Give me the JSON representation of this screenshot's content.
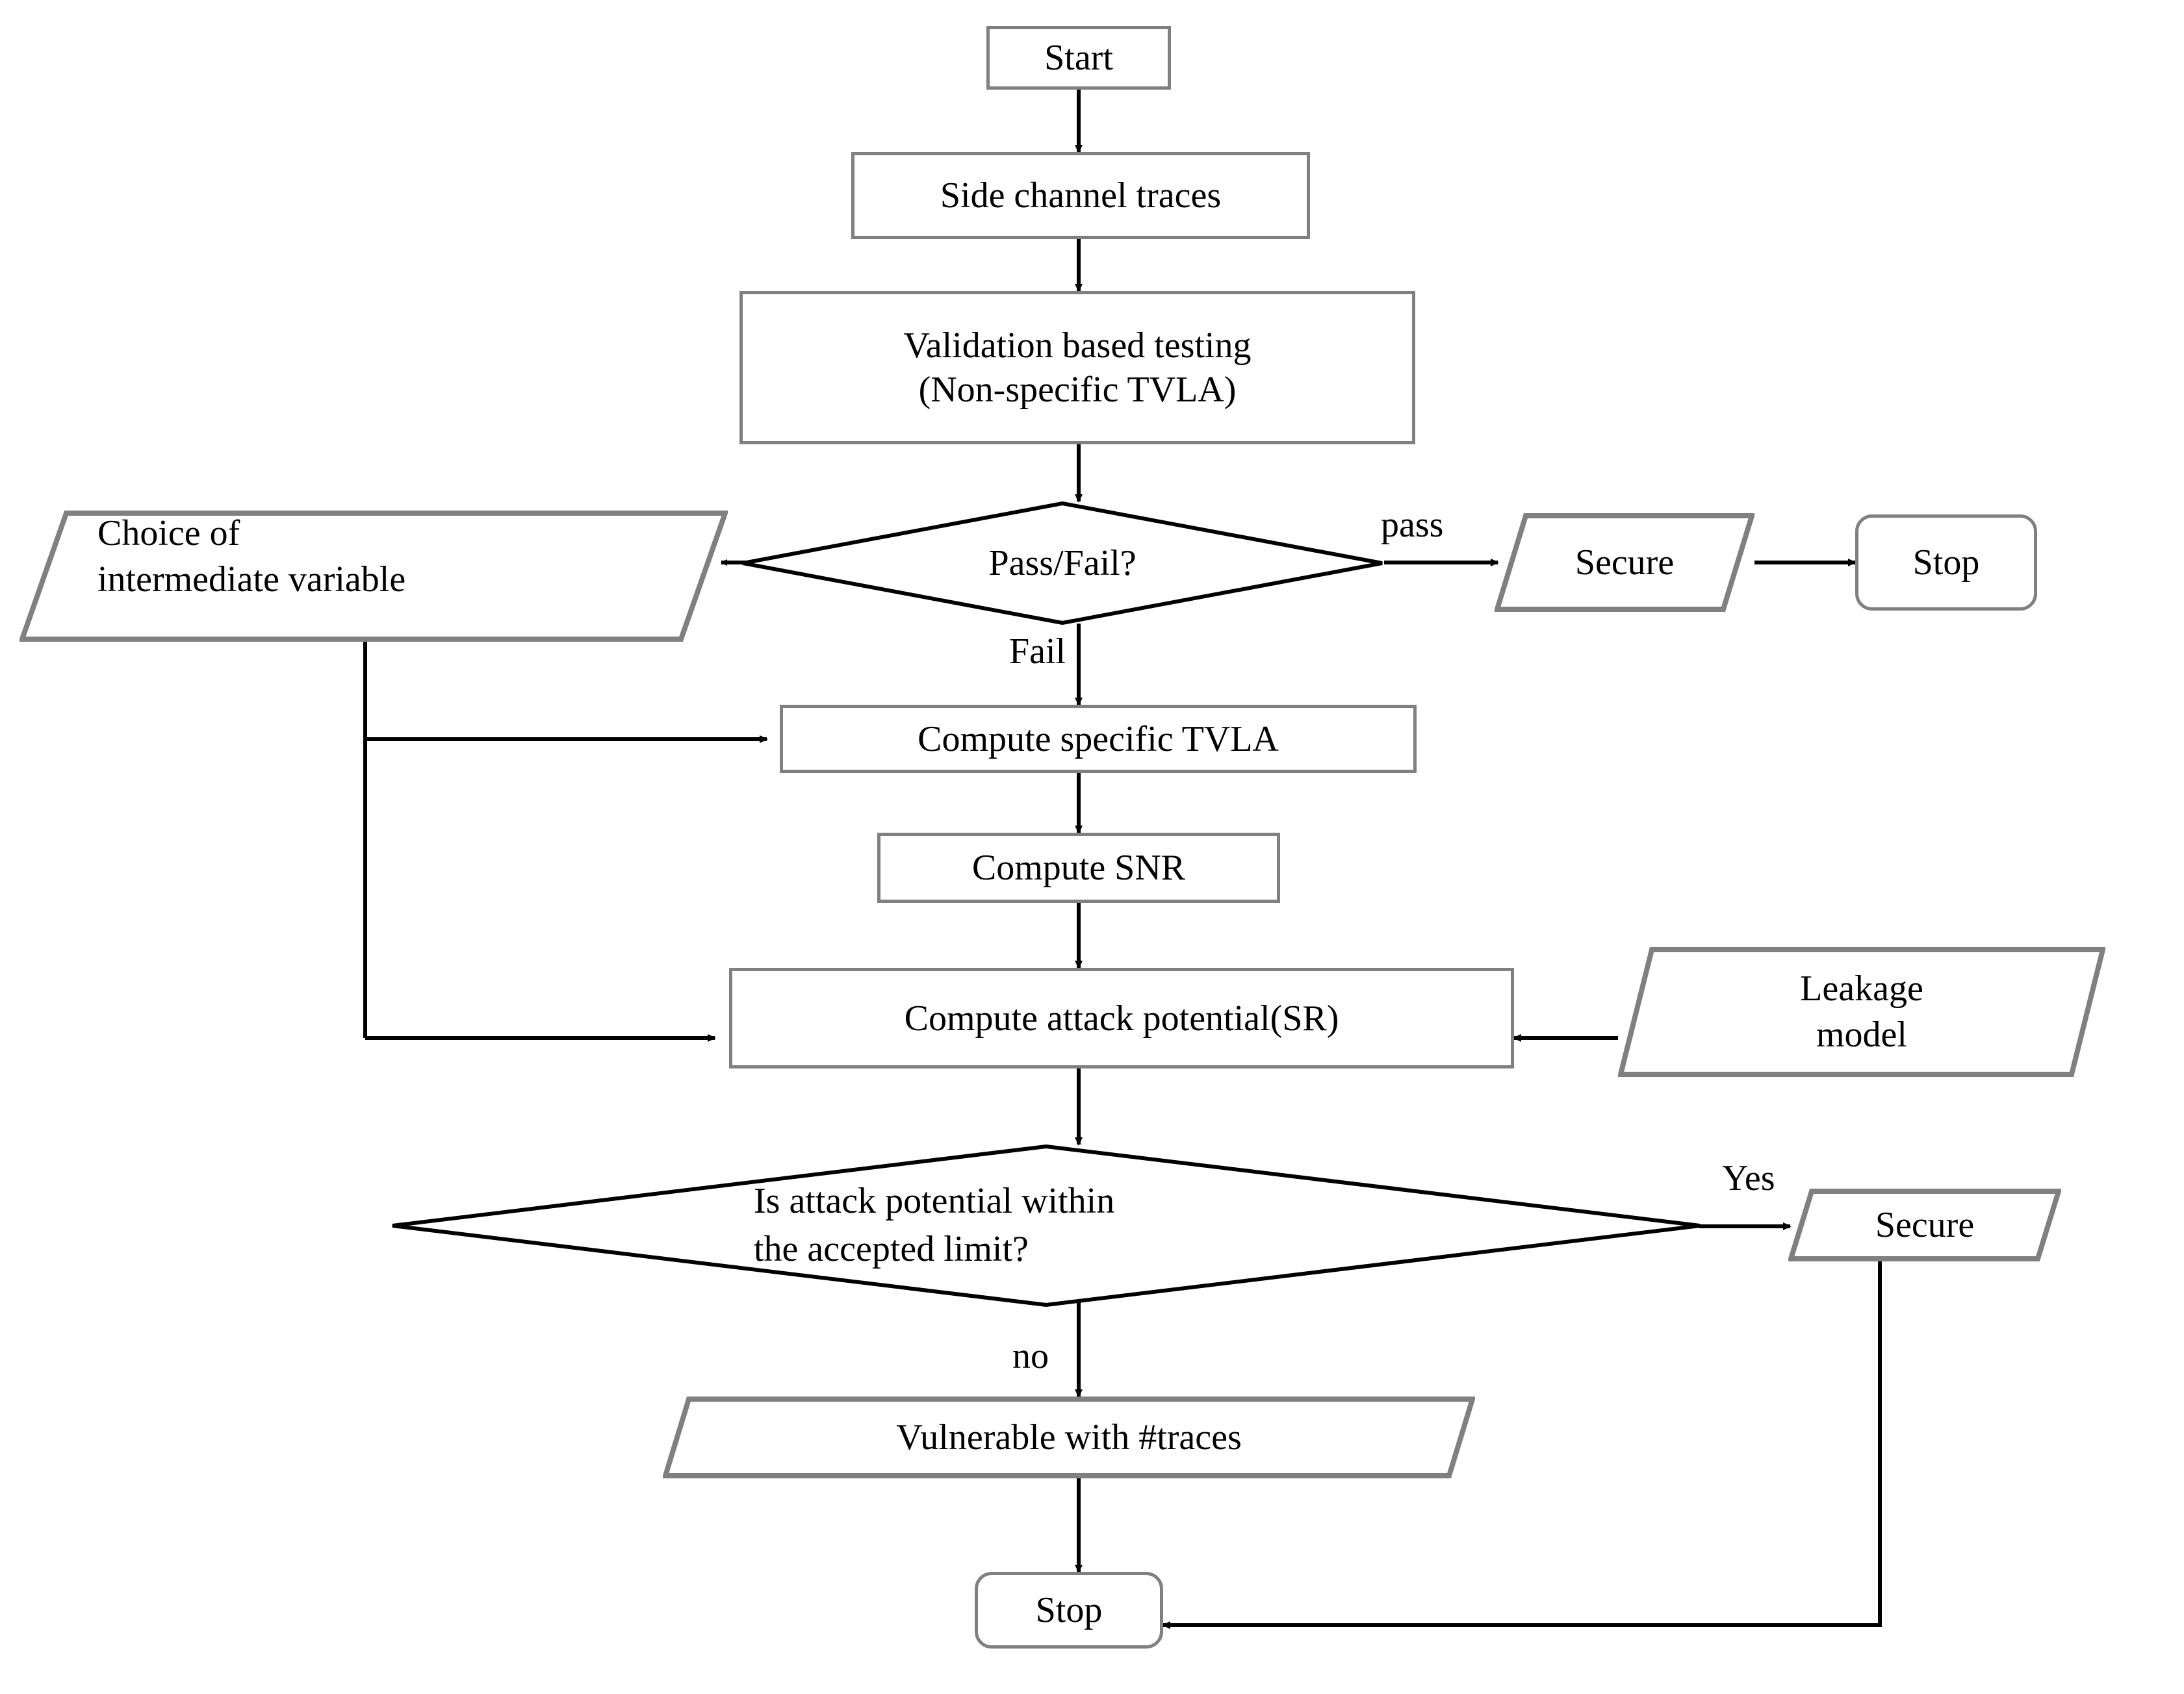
{
  "diagram": {
    "type": "flowchart",
    "title": "Side-channel leakage evaluation flowchart",
    "colors": {
      "node_border": "#808080",
      "node_fill": "#ffffff",
      "edge_stroke": "#000000",
      "text": "#000000",
      "background": "#ffffff"
    },
    "nodes": [
      {
        "id": "start",
        "shape": "rounded-rect",
        "label": "Start"
      },
      {
        "id": "traces",
        "shape": "rect",
        "label": "Side channel traces"
      },
      {
        "id": "validation",
        "shape": "rect",
        "label_line1": "Validation based testing",
        "label_line2": "(Non-specific TVLA)"
      },
      {
        "id": "passfail",
        "shape": "diamond",
        "label": "Pass/Fail?"
      },
      {
        "id": "choice",
        "shape": "parallelogram",
        "label_line1": "Choice of",
        "label_line2": "intermediate variable"
      },
      {
        "id": "secure_top",
        "shape": "parallelogram",
        "label": "Secure"
      },
      {
        "id": "stop_top",
        "shape": "rounded-rect",
        "label": "Stop"
      },
      {
        "id": "spec_tvla",
        "shape": "rect",
        "label": "Compute specific TVLA"
      },
      {
        "id": "snr",
        "shape": "rect",
        "label": "Compute SNR"
      },
      {
        "id": "attack_pot",
        "shape": "rect",
        "label": "Compute attack potential(SR)"
      },
      {
        "id": "leakage",
        "shape": "parallelogram",
        "label_line1": "Leakage",
        "label_line2": "model"
      },
      {
        "id": "limit_q",
        "shape": "diamond",
        "label_line1": "Is   attack   potential   within",
        "label_line2": "the accepted limit?"
      },
      {
        "id": "secure_bot",
        "shape": "parallelogram",
        "label": "Secure"
      },
      {
        "id": "vulnerable",
        "shape": "parallelogram",
        "label": "Vulnerable with #traces"
      },
      {
        "id": "stop_bot",
        "shape": "rounded-rect",
        "label": "Stop"
      }
    ],
    "edge_labels": {
      "pass": "pass",
      "fail": "Fail",
      "yes": "Yes",
      "no": "no"
    },
    "edges": [
      {
        "from": "start",
        "to": "traces",
        "label": ""
      },
      {
        "from": "traces",
        "to": "validation",
        "label": ""
      },
      {
        "from": "validation",
        "to": "passfail",
        "label": ""
      },
      {
        "from": "passfail",
        "to": "secure_top",
        "label": "pass"
      },
      {
        "from": "passfail",
        "to": "choice",
        "label": ""
      },
      {
        "from": "passfail",
        "to": "spec_tvla",
        "label": "Fail"
      },
      {
        "from": "secure_top",
        "to": "stop_top",
        "label": ""
      },
      {
        "from": "choice",
        "to": "spec_tvla",
        "label": ""
      },
      {
        "from": "choice",
        "to": "attack_pot",
        "label": ""
      },
      {
        "from": "spec_tvla",
        "to": "snr",
        "label": ""
      },
      {
        "from": "snr",
        "to": "attack_pot",
        "label": ""
      },
      {
        "from": "leakage",
        "to": "attack_pot",
        "label": ""
      },
      {
        "from": "attack_pot",
        "to": "limit_q",
        "label": ""
      },
      {
        "from": "limit_q",
        "to": "secure_bot",
        "label": "Yes"
      },
      {
        "from": "limit_q",
        "to": "vulnerable",
        "label": "no"
      },
      {
        "from": "vulnerable",
        "to": "stop_bot",
        "label": ""
      },
      {
        "from": "secure_bot",
        "to": "stop_bot",
        "label": ""
      }
    ]
  }
}
